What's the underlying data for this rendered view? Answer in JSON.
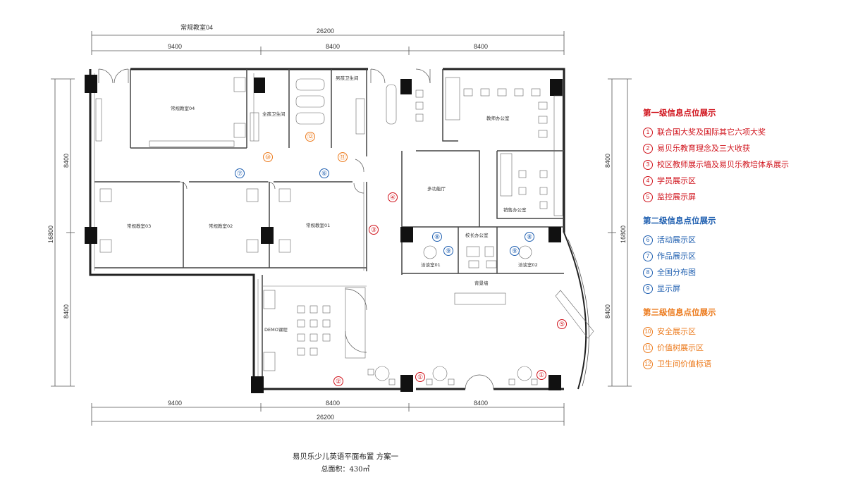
{
  "plan": {
    "top_label": "常规教室04",
    "dimensions": {
      "total_top": "26200",
      "total_bottom": "26200",
      "top_segments": [
        "9400",
        "8400",
        "8400"
      ],
      "bottom_segments": [
        "9400",
        "8400",
        "8400"
      ],
      "left_total": "16800",
      "left_segments": [
        "8400",
        "8400"
      ],
      "right_total": "16800",
      "right_segments": [
        "8400",
        "8400"
      ]
    },
    "rooms": {
      "classroom04": "常规教室04",
      "classroom03": "常规教室03",
      "classroom02": "常规教室02",
      "classroom01": "常规教室01",
      "restroom_unisex": "全孩卫生间",
      "restroom_men": "男孩卫生间",
      "teacher_office": "教师办公室",
      "multifunction_hall": "多功能厅",
      "sales_office": "销售办公室",
      "principal_office": "校长办公室",
      "meeting_room01": "洽谈室01",
      "meeting_room02": "洽谈室02",
      "background_wall": "背景墙",
      "demo_course": "DEMO课程"
    },
    "markers": [
      {
        "num": "①",
        "level": 1
      },
      {
        "num": "①",
        "level": 1
      },
      {
        "num": "②",
        "level": 1
      },
      {
        "num": "③",
        "level": 1
      },
      {
        "num": "④",
        "level": 1
      },
      {
        "num": "⑤",
        "level": 1
      },
      {
        "num": "⑥",
        "level": 2
      },
      {
        "num": "⑦",
        "level": 2
      },
      {
        "num": "⑧",
        "level": 2
      },
      {
        "num": "⑧",
        "level": 2
      },
      {
        "num": "⑨",
        "level": 2
      },
      {
        "num": "⑨",
        "level": 2
      },
      {
        "num": "⑩",
        "level": 3
      },
      {
        "num": "⑪",
        "level": 3
      },
      {
        "num": "⑫",
        "level": 3
      }
    ]
  },
  "legend": {
    "level1": {
      "title": "第一级信息点位展示",
      "color": "#d0121b",
      "items": [
        {
          "num": "1",
          "text": "联合国大奖及国际其它六项大奖"
        },
        {
          "num": "2",
          "text": "易贝乐教育理念及三大收获"
        },
        {
          "num": "3",
          "text": "校区教师展示墙及易贝乐教培体系展示"
        },
        {
          "num": "4",
          "text": "学员展示区"
        },
        {
          "num": "5",
          "text": "监控展示屏"
        }
      ]
    },
    "level2": {
      "title": "第二级信息点位展示",
      "color": "#1f5fb0",
      "items": [
        {
          "num": "6",
          "text": "活动展示区"
        },
        {
          "num": "7",
          "text": "作品展示区"
        },
        {
          "num": "8",
          "text": "全国分布图"
        },
        {
          "num": "9",
          "text": "显示屏"
        }
      ]
    },
    "level3": {
      "title": "第三级信息点位展示",
      "color": "#ec7a1c",
      "items": [
        {
          "num": "10",
          "text": "安全展示区"
        },
        {
          "num": "11",
          "text": "价值树展示区"
        },
        {
          "num": "12",
          "text": "卫生间价值标语"
        }
      ]
    }
  },
  "caption": {
    "title": "易贝乐少儿英语平面布置  方案一",
    "area": "总面积：430㎡"
  }
}
